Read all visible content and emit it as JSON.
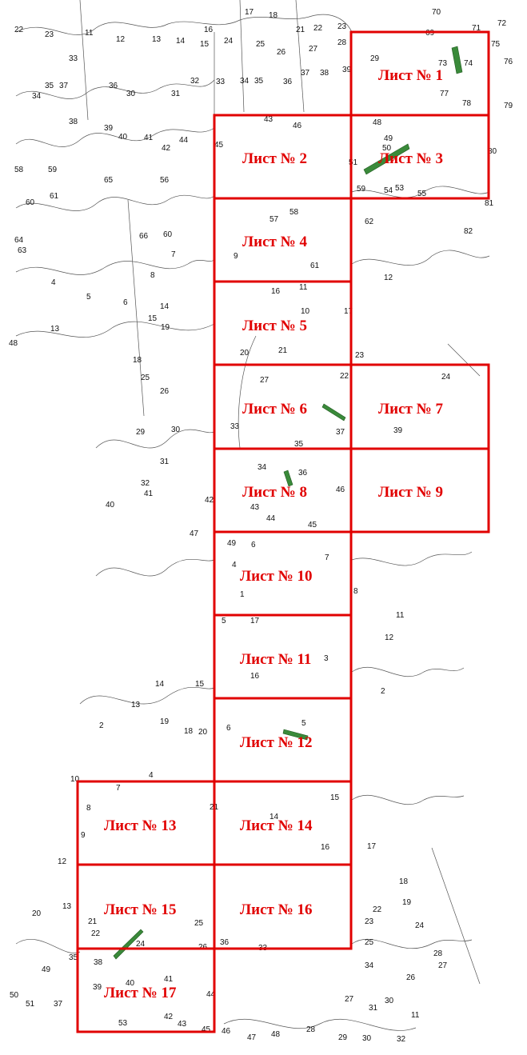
{
  "map": {
    "sheet_prefix": "Лист №",
    "sheets": [
      {
        "label": "Лист № 1"
      },
      {
        "label": "Лист № 2"
      },
      {
        "label": "Лист № 3"
      },
      {
        "label": "Лист № 4"
      },
      {
        "label": "Лист № 5"
      },
      {
        "label": "Лист № 6"
      },
      {
        "label": "Лист № 7"
      },
      {
        "label": "Лист № 8"
      },
      {
        "label": "Лист № 9"
      },
      {
        "label": "Лист № 10"
      },
      {
        "label": "Лист № 11"
      },
      {
        "label": "Лист № 12"
      },
      {
        "label": "Лист № 13"
      },
      {
        "label": "Лист № 14"
      },
      {
        "label": "Лист № 15"
      },
      {
        "label": "Лист № 16"
      },
      {
        "label": "Лист № 17"
      }
    ],
    "parcel_numbers": [
      "70",
      "69",
      "71",
      "72",
      "75",
      "76",
      "73",
      "74",
      "77",
      "78",
      "79",
      "29",
      "23",
      "28",
      "39",
      "17",
      "18",
      "21",
      "22",
      "27",
      "37",
      "38",
      "36",
      "35",
      "34",
      "33",
      "32",
      "31",
      "30",
      "26",
      "25",
      "24",
      "16",
      "15",
      "14",
      "13",
      "12",
      "11",
      "23",
      "22",
      "33",
      "35",
      "36",
      "34",
      "37",
      "38",
      "39",
      "40",
      "41",
      "42",
      "44",
      "43",
      "45",
      "46",
      "48",
      "49",
      "50",
      "51",
      "59",
      "54",
      "53",
      "55",
      "80",
      "81",
      "62",
      "82",
      "57",
      "58",
      "61",
      "9",
      "66",
      "60",
      "7",
      "8",
      "6",
      "5",
      "4",
      "65",
      "56",
      "59",
      "58",
      "61",
      "60",
      "64",
      "63",
      "12",
      "16",
      "11",
      "10",
      "17",
      "21",
      "20",
      "23",
      "22",
      "24",
      "27",
      "33",
      "37",
      "39",
      "35",
      "34",
      "36",
      "46",
      "43",
      "44",
      "45",
      "42",
      "47",
      "40",
      "41",
      "32",
      "31",
      "30",
      "29",
      "26",
      "25",
      "18",
      "19",
      "15",
      "14",
      "13",
      "48",
      "49",
      "6",
      "7",
      "8",
      "11",
      "12",
      "2",
      "1",
      "4",
      "3",
      "5",
      "17",
      "16",
      "15",
      "14",
      "13",
      "2",
      "18",
      "19",
      "20",
      "6",
      "5",
      "4",
      "7",
      "10",
      "8",
      "9",
      "21",
      "14",
      "15",
      "16",
      "17",
      "18",
      "19",
      "22",
      "23",
      "24",
      "28",
      "25",
      "26",
      "27",
      "11",
      "12",
      "13",
      "20",
      "21",
      "22",
      "24",
      "25",
      "26",
      "36",
      "35",
      "49",
      "50",
      "51",
      "37",
      "38",
      "39",
      "40",
      "41",
      "42",
      "43",
      "44",
      "53",
      "45",
      "46",
      "47",
      "48",
      "28",
      "29",
      "30",
      "32",
      "33",
      "34",
      "27",
      "31",
      "30"
    ]
  }
}
